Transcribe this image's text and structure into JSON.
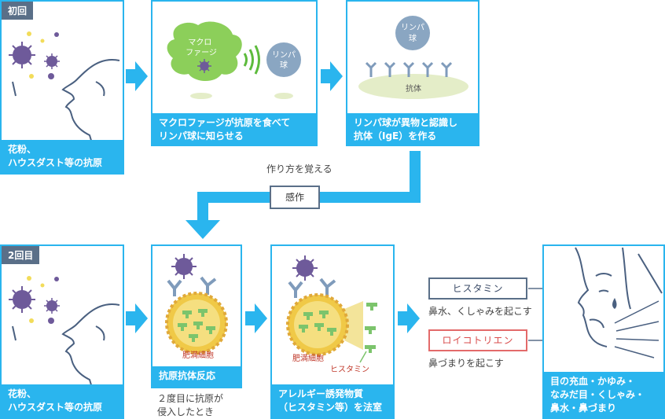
{
  "first": {
    "tag": "初回",
    "panel1_caption": "花粉、\nハウスダスト等の抗原",
    "panel2_caption": "マクロファージが抗原を食べて\nリンパ球に知らせる",
    "panel2_macrophage": "マクロ\nファージ",
    "panel2_lymph": "リンパ\n球",
    "panel3_caption": "リンパ球が異物と認識し\n抗体（IgE）を作る",
    "panel3_lymph": "リンパ\n球",
    "panel3_antibody": "抗体"
  },
  "middle": {
    "note": "作り方を覚える",
    "label": "感作"
  },
  "second": {
    "tag": "2回目",
    "panel1_caption": "花粉、\nハウスダスト等の抗原",
    "panel2_caption": "抗原抗体反応",
    "panel2_cell": "肥満細胞",
    "panel2_note": "２度目に抗原が\n侵入したとき",
    "panel3_caption": "アレルギー誘発物質\n（ヒスタミン等）を法室",
    "panel3_cell": "肥満細胞",
    "panel3_histamine": "ヒスタミン",
    "histamine_label": "ヒスタミン",
    "histamine_effect": "鼻水、くしゃみを起こす",
    "leukotriene_label": "ロイコトリエン",
    "leukotriene_effect": "鼻づまりを起こす",
    "final_caption": "目の充血・かゆみ・\nなみだ目・くしゃみ・\n鼻水・鼻づまり"
  },
  "colors": {
    "accent": "#2ab5ee",
    "tag": "#5a6f88",
    "pollen": "#6e5a9a",
    "macrophage": "#8ccf5a",
    "lymph": "#8aa6c2",
    "antibody": "#7f9bbb",
    "mast_cell": "#f0c947",
    "histamine": "#7cc46c",
    "leukotriene": "#e36a6a"
  }
}
